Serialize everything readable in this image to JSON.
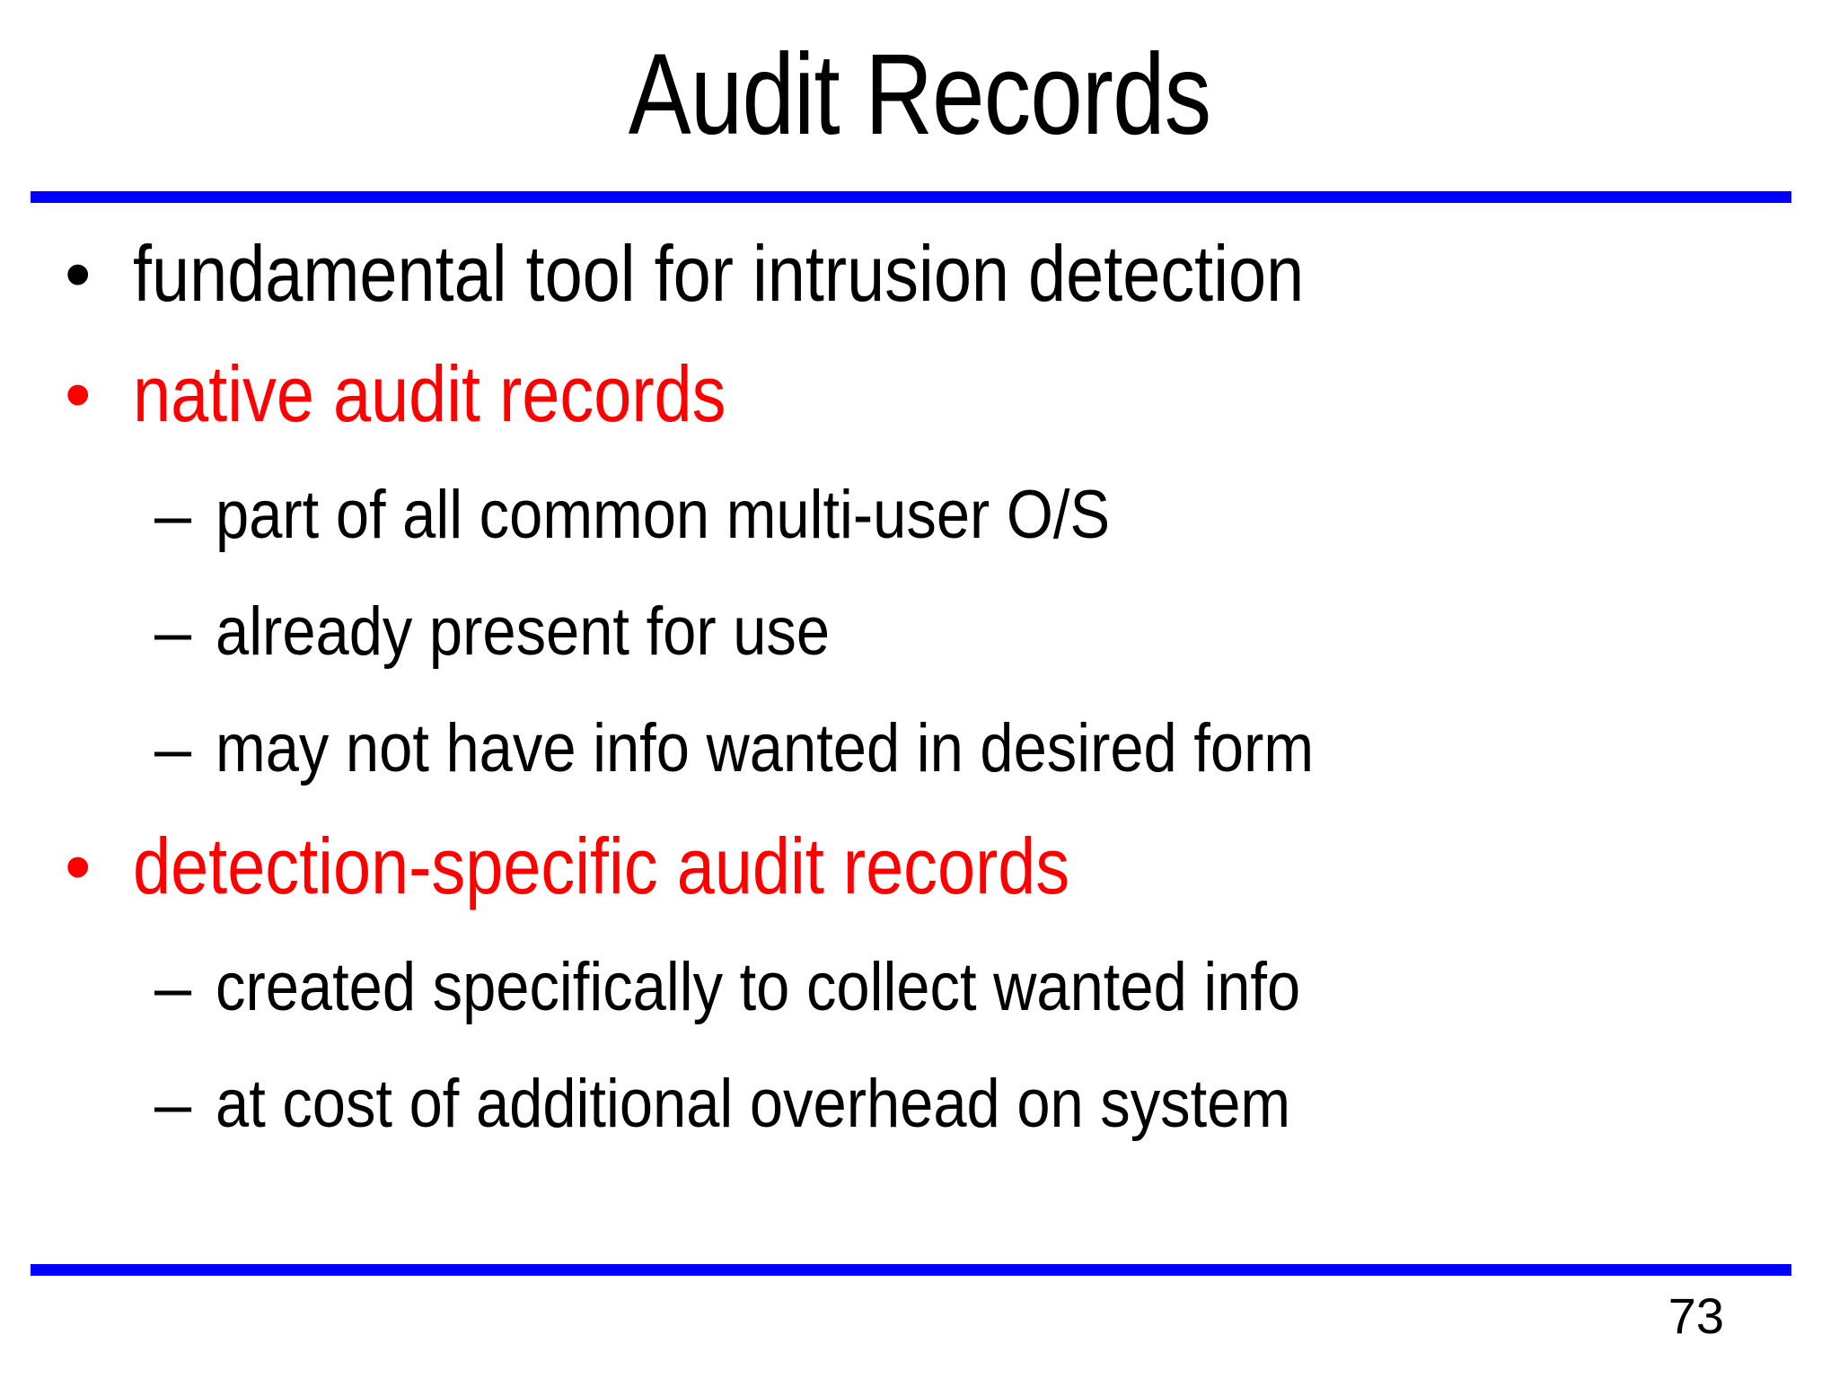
{
  "slide": {
    "title": "Audit Records",
    "page_number": "73",
    "colors": {
      "rule": "#0000FF",
      "title_text": "#000000",
      "body_text": "#000000",
      "highlight_text": "#FF0000",
      "background": "#FFFFFF"
    },
    "markers": {
      "level1": "•",
      "level2": "–"
    },
    "bullets": [
      {
        "level": 1,
        "marker": "•",
        "text": "fundamental tool for intrusion detection",
        "color": "#000000"
      },
      {
        "level": 1,
        "marker": "•",
        "text": "native audit records",
        "color": "#FF0000"
      },
      {
        "level": 2,
        "marker": "–",
        "text": "part of all common multi-user O/S",
        "color": "#000000"
      },
      {
        "level": 2,
        "marker": "–",
        "text": "already present for use",
        "color": "#000000"
      },
      {
        "level": 2,
        "marker": "–",
        "text": "may not have info wanted in desired form",
        "color": "#000000"
      },
      {
        "level": 1,
        "marker": "•",
        "text": "detection-specific audit records",
        "color": "#FF0000"
      },
      {
        "level": 2,
        "marker": "–",
        "text": "created specifically to collect wanted info",
        "color": "#000000"
      },
      {
        "level": 2,
        "marker": "–",
        "text": "at cost of additional overhead on system",
        "color": "#000000"
      }
    ]
  }
}
